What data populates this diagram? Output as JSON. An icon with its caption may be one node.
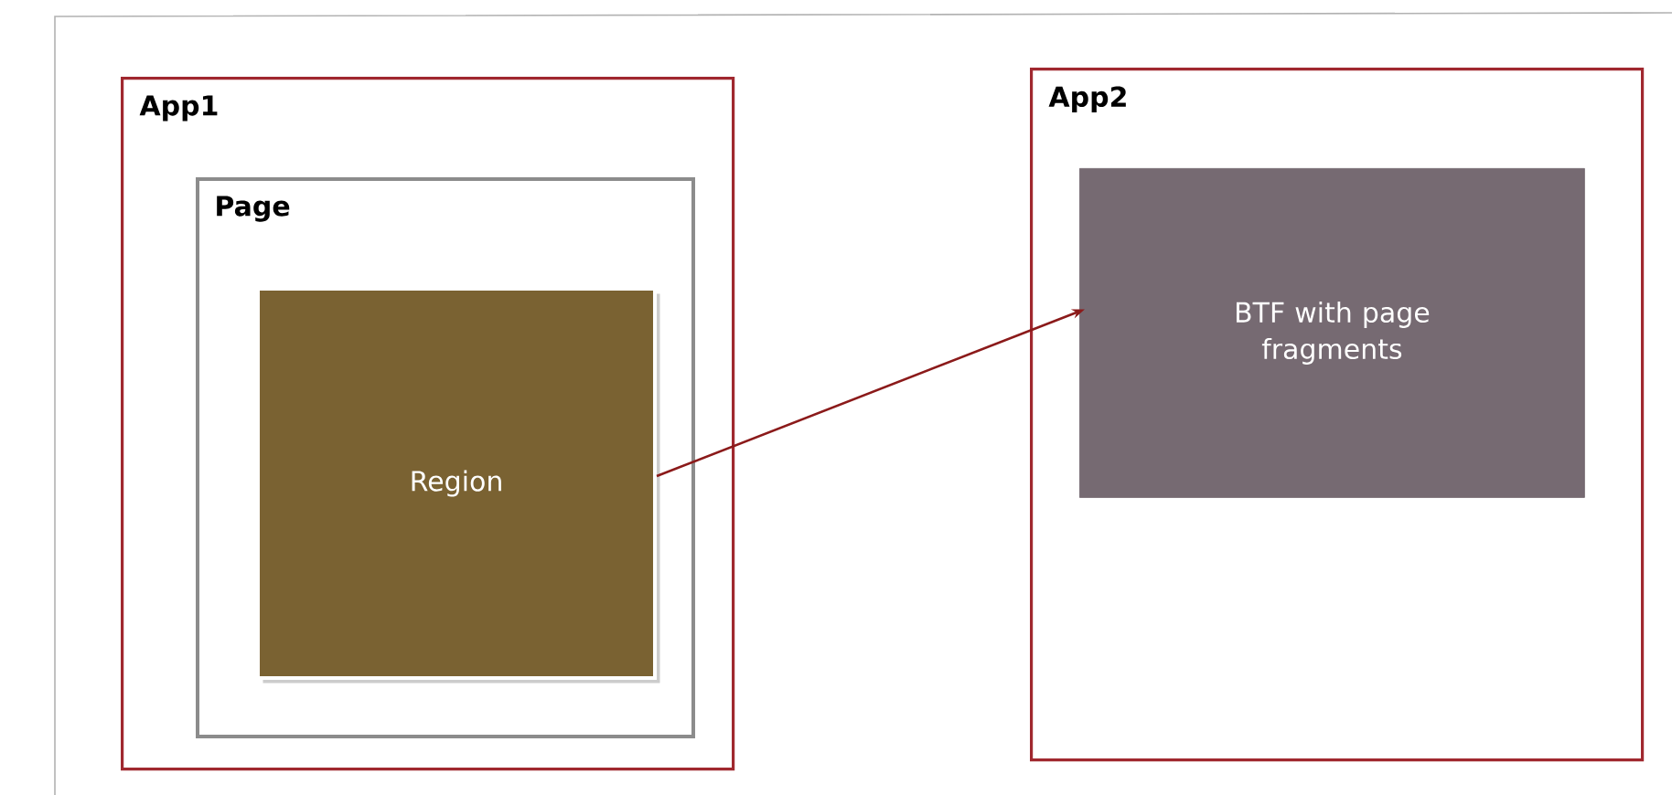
{
  "diagram": {
    "nodes": [
      {
        "text": [
          "App1"
        ]
      },
      {
        "text": [
          "Page"
        ],
        "in": 0
      },
      {
        "text": [
          "Region"
        ],
        "in": 1
      },
      {
        "text": [
          "App2"
        ]
      },
      {
        "text": [
          "BTF with page fragments"
        ],
        "in": 3
      }
    ],
    "edges": [
      {
        "from": 2,
        "to": 4,
        "arrow": "to",
        "color": "#8b1a1a"
      }
    ]
  }
}
